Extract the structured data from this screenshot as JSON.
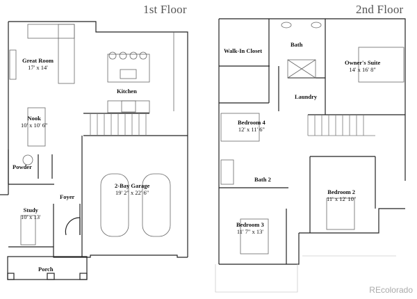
{
  "floors": [
    {
      "title": "1st Floor",
      "rooms": [
        {
          "name": "Great Room",
          "dimensions": "17' x 14'"
        },
        {
          "name": "Kitchen",
          "dimensions": ""
        },
        {
          "name": "Nook",
          "dimensions": "10' x 10' 6\""
        },
        {
          "name": "Powder",
          "dimensions": ""
        },
        {
          "name": "Foyer",
          "dimensions": ""
        },
        {
          "name": "Study",
          "dimensions": "10' x 13'"
        },
        {
          "name": "2-Bay Garage",
          "dimensions": "19' 2\" x 22' 6\""
        },
        {
          "name": "Porch",
          "dimensions": ""
        }
      ]
    },
    {
      "title": "2nd Floor",
      "rooms": [
        {
          "name": "Walk-In Closet",
          "dimensions": ""
        },
        {
          "name": "Bath",
          "dimensions": ""
        },
        {
          "name": "Owner's Suite",
          "dimensions": "14' x 16' 8\""
        },
        {
          "name": "Laundry",
          "dimensions": ""
        },
        {
          "name": "Bedroom 4",
          "dimensions": "12' x 11' 6\""
        },
        {
          "name": "Bath 2",
          "dimensions": ""
        },
        {
          "name": "Bedroom 2",
          "dimensions": "11' x 12' 10\""
        },
        {
          "name": "Bedroom 3",
          "dimensions": "11' 7\" x 13'"
        }
      ]
    }
  ],
  "watermark": "REcolorado",
  "colors": {
    "wall": "#222222",
    "fixture": "#888888",
    "outline_light": "#cccccc"
  }
}
